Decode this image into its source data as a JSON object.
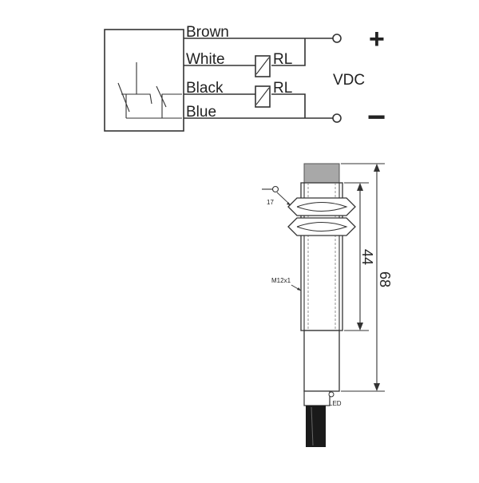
{
  "wiring": {
    "wire_brown": "Brown",
    "wire_white": "White",
    "wire_black": "Black",
    "wire_blue": "Blue",
    "load_top": "RL",
    "load_bottom": "RL",
    "supply": "VDC",
    "plus": "+",
    "minus": "−"
  },
  "sensor": {
    "wrench_size": "17",
    "thread": "M12x1",
    "dim_thread_length": "44",
    "dim_total_length": "68",
    "led": "LED"
  },
  "colors": {
    "line": "#333333",
    "cap": "#a8a8a8",
    "cable": "#1a1a1a"
  }
}
